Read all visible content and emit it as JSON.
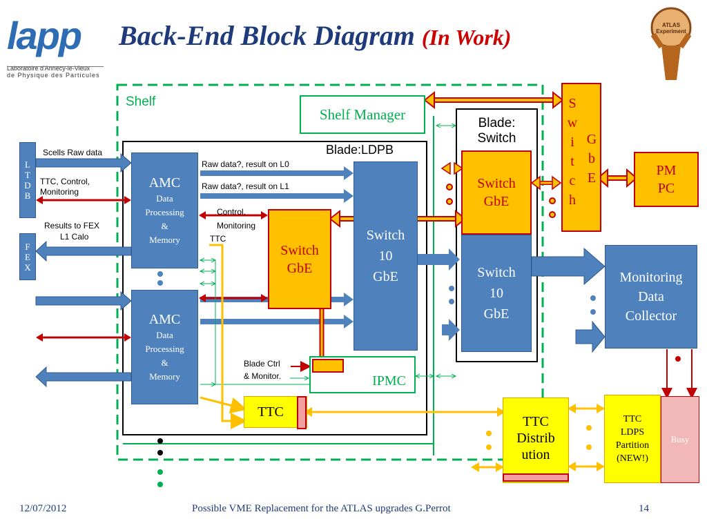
{
  "title": {
    "main": "Back-End Block Diagram",
    "sub": "(In Work)"
  },
  "logo": {
    "text": "lapp",
    "line1": "Laboratoire d'Annecy-le-Vieux",
    "line2": "de Physique des Particules"
  },
  "atlas_logo": {
    "text": "ATLAS Experiment"
  },
  "shelf_label": "Shelf",
  "shelf_manager": "Shelf Manager",
  "blade_ldpb": "Blade:LDPB",
  "blade_switch": {
    "line1": "Blade:",
    "line2": "Switch"
  },
  "ltdb": "LTDB",
  "fex": "FEX",
  "labels": {
    "scells": "Scells Raw data",
    "ttc_control": "TTC, Control,",
    "monitoring": "Monitoring",
    "results_fex": "Results to FEX",
    "l1_calo": "L1 Calo",
    "raw_l0": "Raw data?, result on L0",
    "raw_l1": "Raw data?, result on L1",
    "control": "Control,",
    "monitoring2": "Monitoring",
    "ttc_small": "TTC",
    "blade_ctrl": "Blade Ctrl",
    "monitor": "& Monitor."
  },
  "amc": {
    "title": "AMC",
    "l1": "Data",
    "l2": "Processing",
    "l3": "&",
    "l4": "Memory"
  },
  "switch_gbe": {
    "l1": "Switch",
    "l2": "GbE"
  },
  "switch_10gbe": {
    "l1": "Switch",
    "l2": "10",
    "l3": "GbE"
  },
  "ipmc": "IPMC",
  "ttc_box": "TTC",
  "vertical_switch": {
    "letters": [
      "S",
      "w",
      "i",
      "t",
      "c",
      "h"
    ],
    "gbe": [
      "G",
      "b",
      "E"
    ]
  },
  "pm_pc": {
    "l1": "PM",
    "l2": "PC"
  },
  "monitoring_collector": {
    "l1": "Monitoring",
    "l2": "Data",
    "l3": "Collector"
  },
  "ttc_distrib": {
    "l1": "TTC",
    "l2": "Distrib",
    "l3": "ution"
  },
  "ttc_ldps": {
    "l1": "TTC",
    "l2": "LDPS",
    "l3": "Partition",
    "l4": "(NEW!)"
  },
  "busy": "Busy",
  "footer": {
    "date": "12/07/2012",
    "center": "Possible VME Replacement for the ATLAS upgrades  G.Perrot",
    "page": "14"
  },
  "colors": {
    "blue": "#4f81bd",
    "orange": "#ffc000",
    "red": "#c00000",
    "green": "#00b050",
    "yellow": "#ffff00",
    "navy": "#1f3a7a"
  }
}
